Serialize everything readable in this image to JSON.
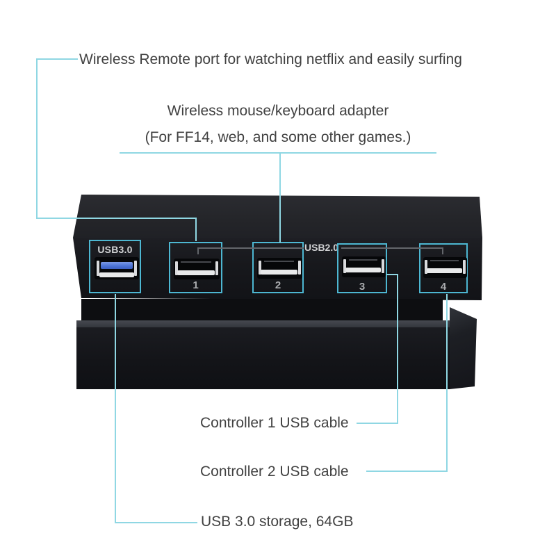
{
  "palette": {
    "background": "#ffffff",
    "callout_line": "#8fd7e3",
    "callout_box": "#4db7d2",
    "bracket_line": "#63666b",
    "annotation_text": "#414141",
    "device_label_text": "#d3d4d6",
    "port_number_text": "#aaacaf",
    "usb3_blue": "#4d74d6",
    "device_black": "#17181c"
  },
  "annotations": {
    "wireless_remote": "Wireless Remote port for watching netflix and easily surfing",
    "mouse_keyboard_line1": "Wireless mouse/keyboard adapter",
    "mouse_keyboard_line2": "(For FF14, web, and some other games.)",
    "controller1": "Controller 1 USB cable",
    "controller2": "Controller 2 USB cable",
    "storage": "USB 3.0 storage, 64GB"
  },
  "device": {
    "usb3_port_label": "USB3.0",
    "usb2_group_label": "USB2.0",
    "ports": [
      {
        "number": "1"
      },
      {
        "number": "2"
      },
      {
        "number": "3"
      },
      {
        "number": "4"
      }
    ]
  }
}
